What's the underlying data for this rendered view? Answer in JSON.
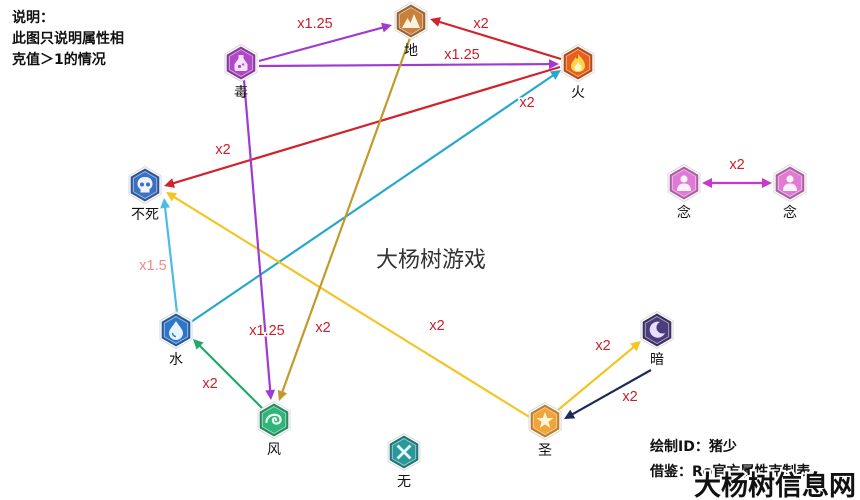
{
  "note": {
    "title": "说明：",
    "line1": "此图只说明属性相",
    "line2": "克值＞1的情况"
  },
  "nodes": {
    "earth": {
      "label": "地",
      "icon": "earth-icon",
      "color": "#c8803c"
    },
    "poison": {
      "label": "毒",
      "icon": "poison-icon",
      "color": "#b048c8"
    },
    "fire": {
      "label": "火",
      "icon": "fire-icon",
      "color": "#e8601c"
    },
    "undead": {
      "label": "不死",
      "icon": "skull-icon",
      "color": "#3d70c0"
    },
    "ghost_a": {
      "label": "念",
      "icon": "ghost-icon",
      "color": "#e07ad4"
    },
    "ghost_b": {
      "label": "念",
      "icon": "ghost-icon",
      "color": "#e07ad4"
    },
    "water": {
      "label": "水",
      "icon": "water-icon",
      "color": "#2e76c8"
    },
    "dark": {
      "label": "暗",
      "icon": "dark-icon",
      "color": "#4b3d7c"
    },
    "wind": {
      "label": "风",
      "icon": "wind-icon",
      "color": "#30b47a"
    },
    "holy": {
      "label": "圣",
      "icon": "holy-icon",
      "color": "#f0a43a"
    },
    "neutral": {
      "label": "无",
      "icon": "neutral-icon",
      "color": "#2a989a"
    }
  },
  "label_color": "#c8202a",
  "edges": {
    "poison_earth": {
      "label": "x1.25",
      "color": "#a03ad2"
    },
    "fire_earth": {
      "label": "x2",
      "color": "#d2222c"
    },
    "poison_fire": {
      "label": "x1.25",
      "color": "#a03ad2"
    },
    "fire_undead": {
      "label": "x2",
      "color": "#d2222c"
    },
    "water_fire": {
      "label": "x2",
      "color": "#26a8cc"
    },
    "water_undead": {
      "label": "x1.5",
      "color": "#4cbde0",
      "label_color": "#f08a84"
    },
    "holy_undead": {
      "label": "x2",
      "color": "#f2c424"
    },
    "earth_wind": {
      "label": "x2",
      "color": "#c29a2c"
    },
    "poison_wind": {
      "label": "x1.25",
      "color": "#a03ad2"
    },
    "wind_water": {
      "label": "x2",
      "color": "#22a86c"
    },
    "holy_dark": {
      "label": "x2",
      "color": "#f2c424"
    },
    "dark_holy": {
      "label": "x2",
      "color": "#1c2a5c"
    },
    "ghost_ghost": {
      "label": "x2",
      "color": "#c43acb"
    }
  },
  "watermark": "大杨树游戏",
  "credit": {
    "author": "绘制ID：猪少",
    "source": "借鉴：Ro官方属性克制表"
  },
  "site_mark": "大杨树信息网"
}
